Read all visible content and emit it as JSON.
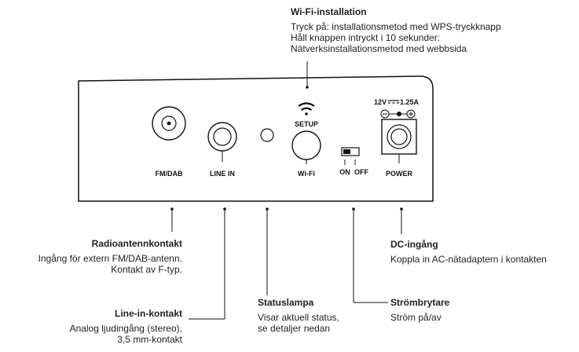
{
  "wifi": {
    "title": "Wi-Fi-installation",
    "line1": "Tryck på: installationsmetod med WPS-tryckknapp",
    "line2": "Håll knappen intryckt i 10 sekunder:",
    "line3": "Nätverksinstallationsmetod med webbsida"
  },
  "panel": {
    "fm_dab": "FM/DAB",
    "line_in": "LINE IN",
    "setup": "SETUP",
    "wifi": "Wi-Fi",
    "on": "ON",
    "off": "OFF",
    "power": "POWER",
    "rating_v": "12V",
    "rating_a": "1.25A"
  },
  "callouts": {
    "radio": {
      "title": "Radioantennkontakt",
      "line1": "Ingång för extern FM/DAB-antenn.",
      "line2": "Kontakt av F-typ."
    },
    "linein": {
      "title": "Line-in-kontakt",
      "line1": "Analog ljudingång (stereo),",
      "line2": "3,5 mm-kontakt"
    },
    "status": {
      "title": "Statuslampa",
      "line1": "Visar aktuell status,",
      "line2": "se detaljer nedan"
    },
    "switch": {
      "title": "Strömbrytare",
      "line1": "Ström på/av"
    },
    "dc": {
      "title": "DC-ingång",
      "line1": "Koppla in AC-nätadaptern i kontakten"
    }
  }
}
